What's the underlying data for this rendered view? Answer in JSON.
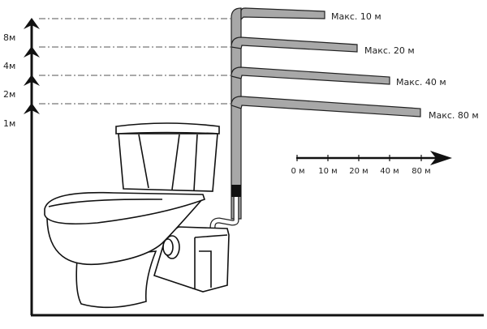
{
  "height_labels": [
    "8м",
    "4м",
    "2м",
    "1м"
  ],
  "pipe_labels": [
    "Макс. 10 м",
    "Макс. 20 м",
    "Макс. 40 м",
    "Макс. 80 м"
  ],
  "distance_axis": {
    "ticks": [
      "0 м",
      "10 м",
      "20 м",
      "40 м",
      "80 м"
    ]
  },
  "colors": {
    "pipe": "#a8a8a8",
    "line": "#111111",
    "dash": "#777777"
  }
}
